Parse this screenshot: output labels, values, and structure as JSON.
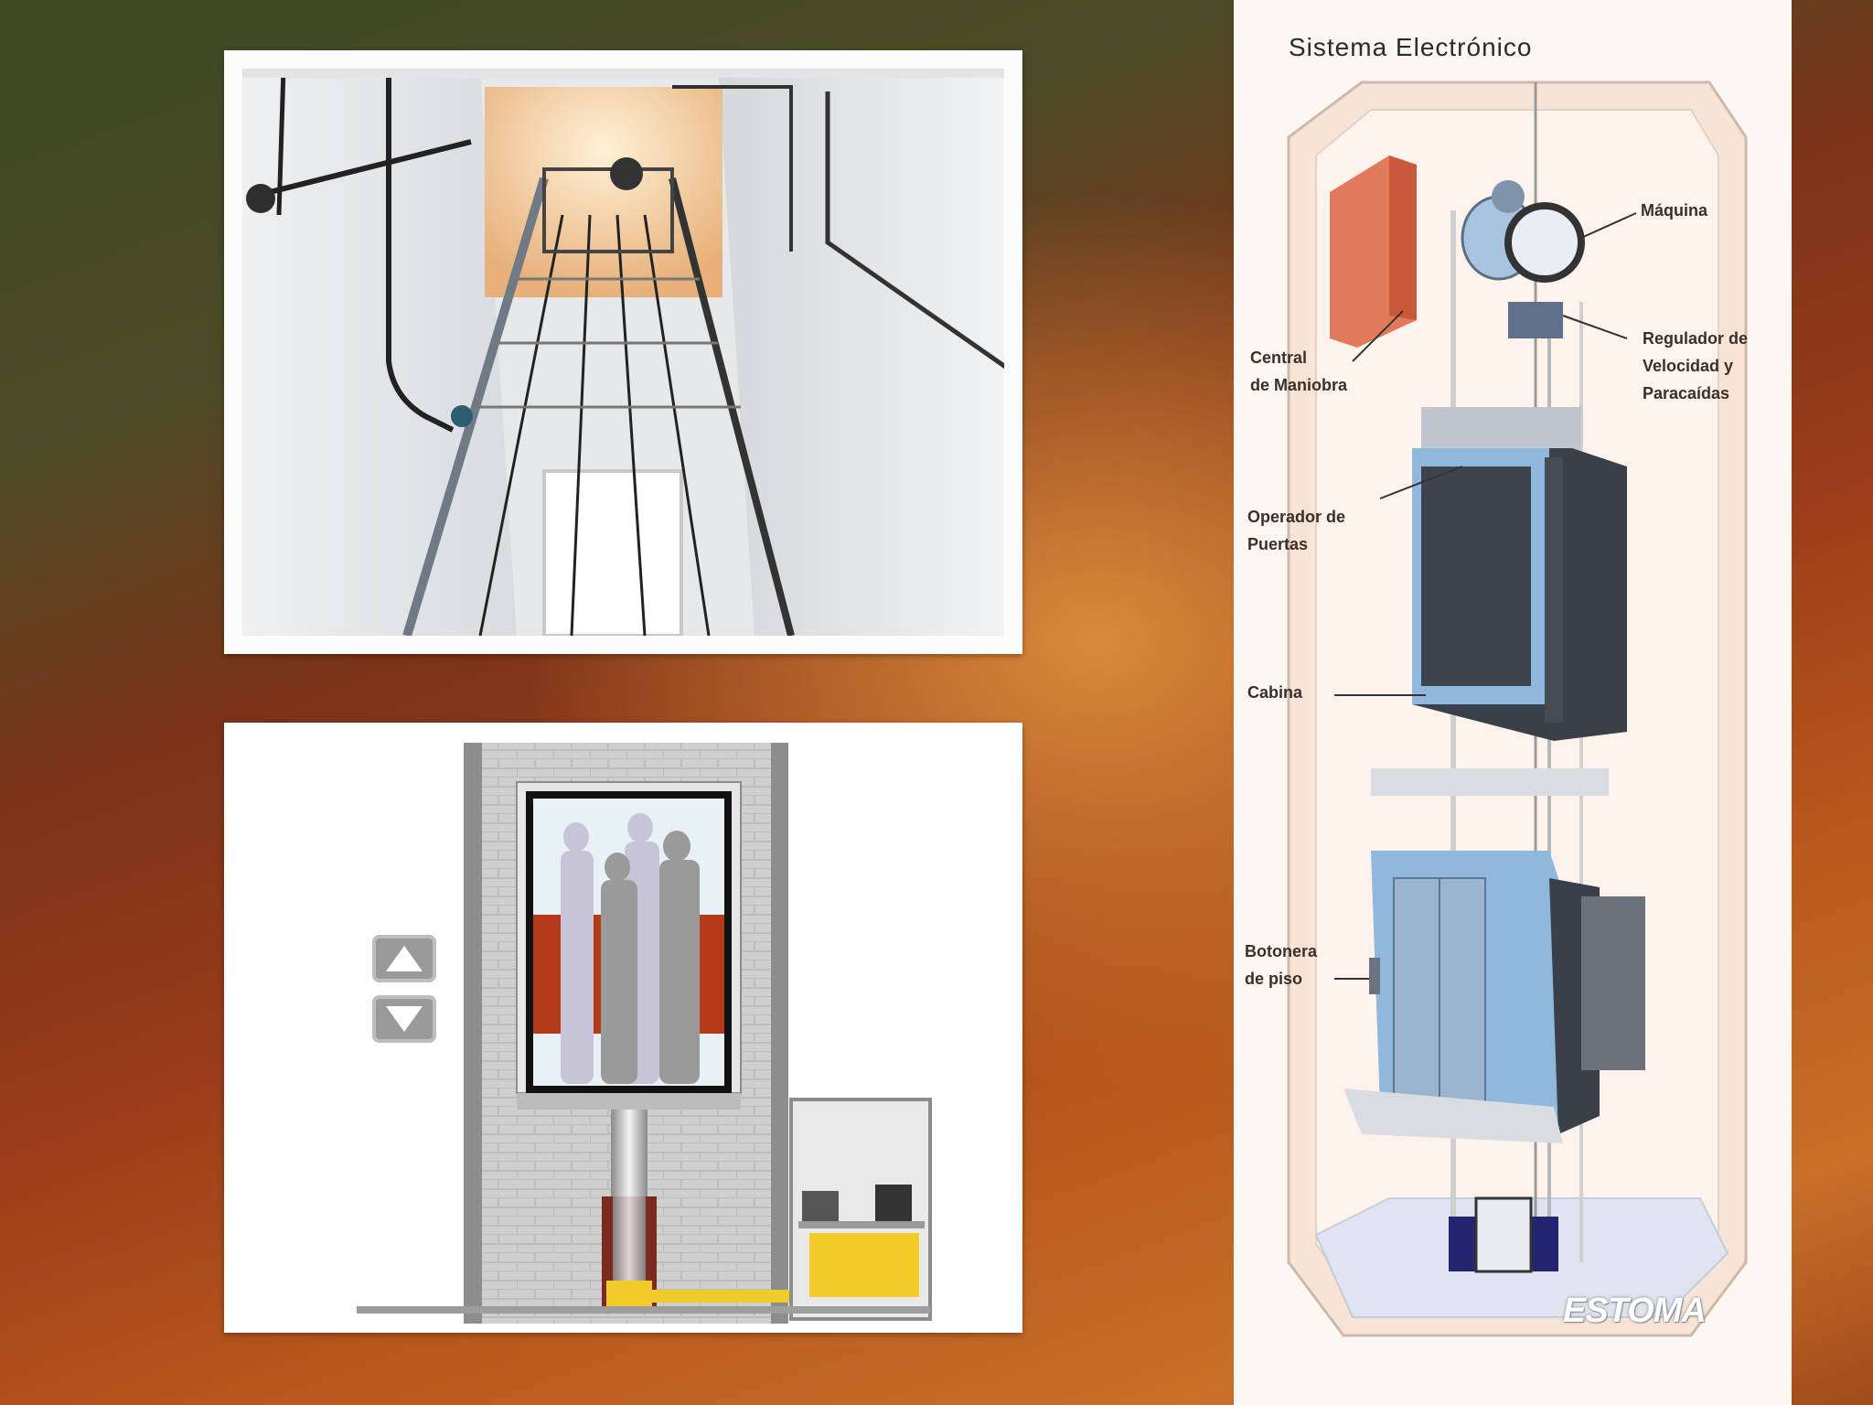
{
  "electronic_diagram": {
    "title": "Sistema Electrónico",
    "labels": {
      "maquina": "Máquina",
      "regulador": "Regulador de\nVelocidad y\nParacaídas",
      "central": "Central\nde Maniobra",
      "operador": "Operador de\nPuertas",
      "cabina": "Cabina",
      "botonera": "Botonera\nde piso"
    },
    "brand": "ESTOMA"
  },
  "colors": {
    "cabin_blue": "#8fb8dc",
    "control_box": "#e07a5a",
    "hydraulic_yellow": "#f2cc2a",
    "piston_red": "#9c3a2a"
  },
  "icons": [
    "arrow-up-icon",
    "arrow-down-icon"
  ]
}
